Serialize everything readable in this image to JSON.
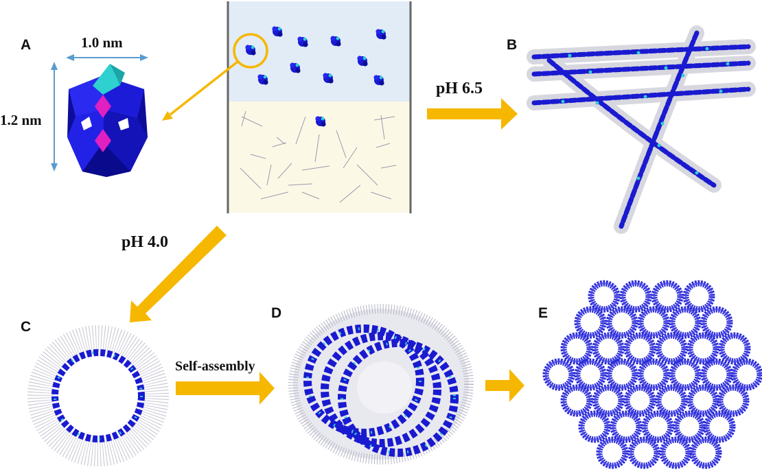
{
  "panels": {
    "a": "A",
    "b": "B",
    "c": "C",
    "d": "D",
    "e": "E"
  },
  "labels": {
    "width": "1.0 nm",
    "height": "1.2 nm",
    "ph_high": "pH 6.5",
    "ph_low": "pH 4.0",
    "self_assembly": "Self-assembly"
  },
  "colors": {
    "cluster": "#1a1ad0",
    "cluster_dark": "#0a0a80",
    "cap": "#2ed0d0",
    "core": "#e020c0",
    "arrow": "#f6b700",
    "dimension": "#5a9ccf",
    "beaker_top": "#e2ecf7",
    "beaker_bottom": "#fbf8e6",
    "chain": "#a8a8b8"
  }
}
